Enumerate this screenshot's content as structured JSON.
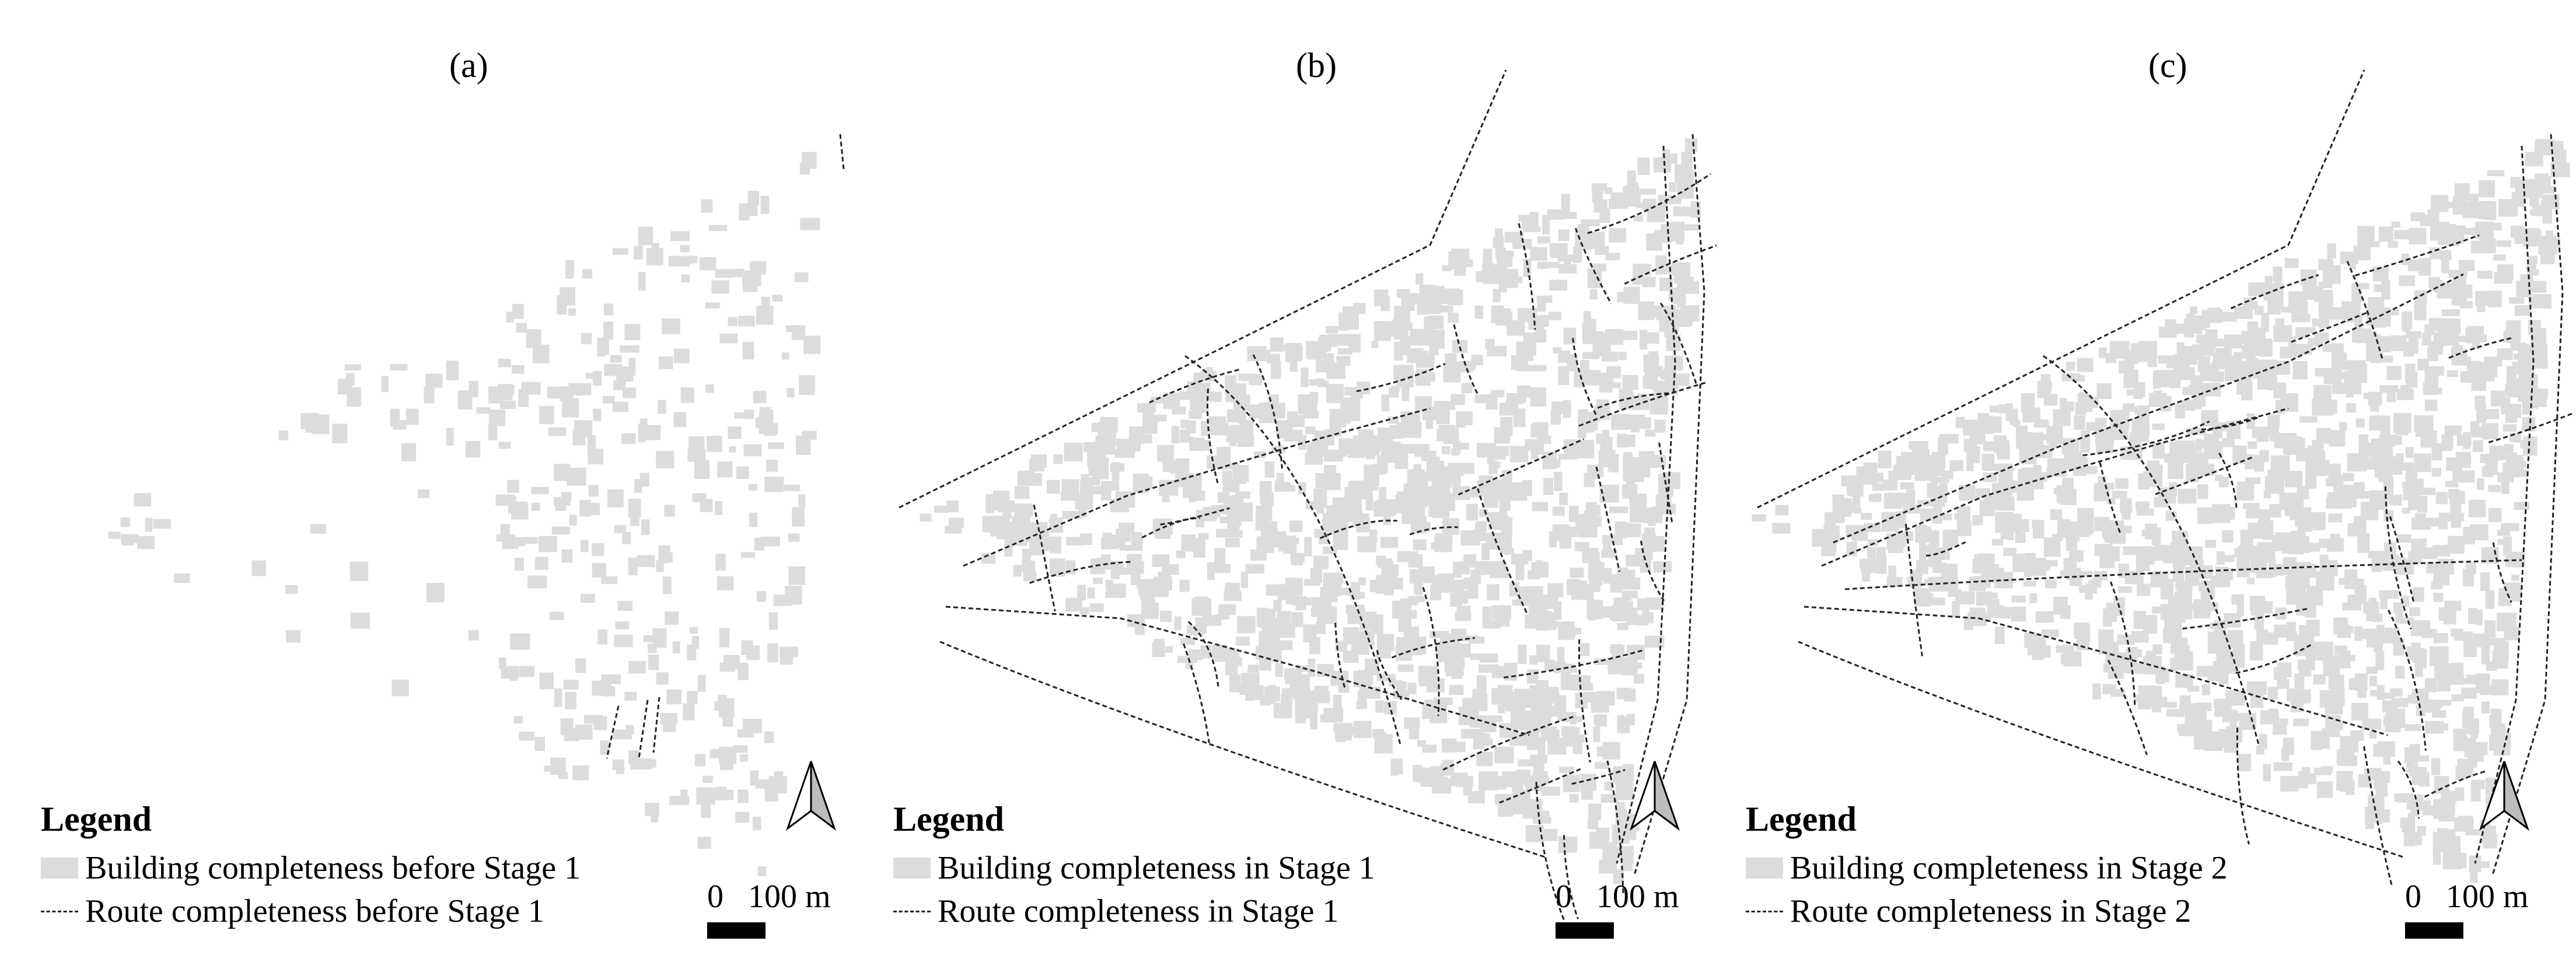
{
  "panels": [
    {
      "id": "a",
      "label": "(a)",
      "stage": 0,
      "legend": {
        "title": "Legend",
        "building": "Building completeness before Stage 1",
        "route": "Route completeness before Stage 1"
      },
      "scale": "0   100 m"
    },
    {
      "id": "b",
      "label": "(b)",
      "stage": 1,
      "legend": {
        "title": "Legend",
        "building": "Building completeness in Stage 1",
        "route": "Route completeness in Stage 1"
      },
      "scale": "0   100 m"
    },
    {
      "id": "c",
      "label": "(c)",
      "stage": 2,
      "legend": {
        "title": "Legend",
        "building": "Building completeness in Stage 2",
        "route": "Route completeness in Stage 2"
      },
      "scale": "0   100 m"
    }
  ],
  "colors": {
    "building": "#dcdcdc",
    "route": "#222222",
    "north_arrow_fill": "#bdbdbd"
  },
  "icons": {
    "north": "north-arrow-icon",
    "scale": "scale-bar-icon"
  }
}
